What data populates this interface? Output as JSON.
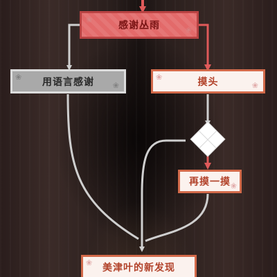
{
  "flowchart": {
    "nodes": [
      {
        "id": "thank-mamenoki",
        "label": "感谢丛雨",
        "style": "red"
      },
      {
        "id": "thank-verbally",
        "label": "用语言感谢",
        "style": "gray"
      },
      {
        "id": "pat-head",
        "label": "摸头",
        "style": "cream"
      },
      {
        "id": "pat-again",
        "label": "再摸一摸",
        "style": "cream"
      },
      {
        "id": "mitsuha-discovery",
        "label": "美津叶的新发现",
        "style": "cream"
      }
    ],
    "decoration": {
      "petal_icon": "sakura-petal-icon"
    }
  },
  "colors": {
    "red_node_fill": "#e36a6a",
    "gray_node_fill": "#a9a9a9",
    "cream_node_fill": "#fbf2ee",
    "active_line": "#e05a5a",
    "inactive_line": "#c8c8c8"
  }
}
